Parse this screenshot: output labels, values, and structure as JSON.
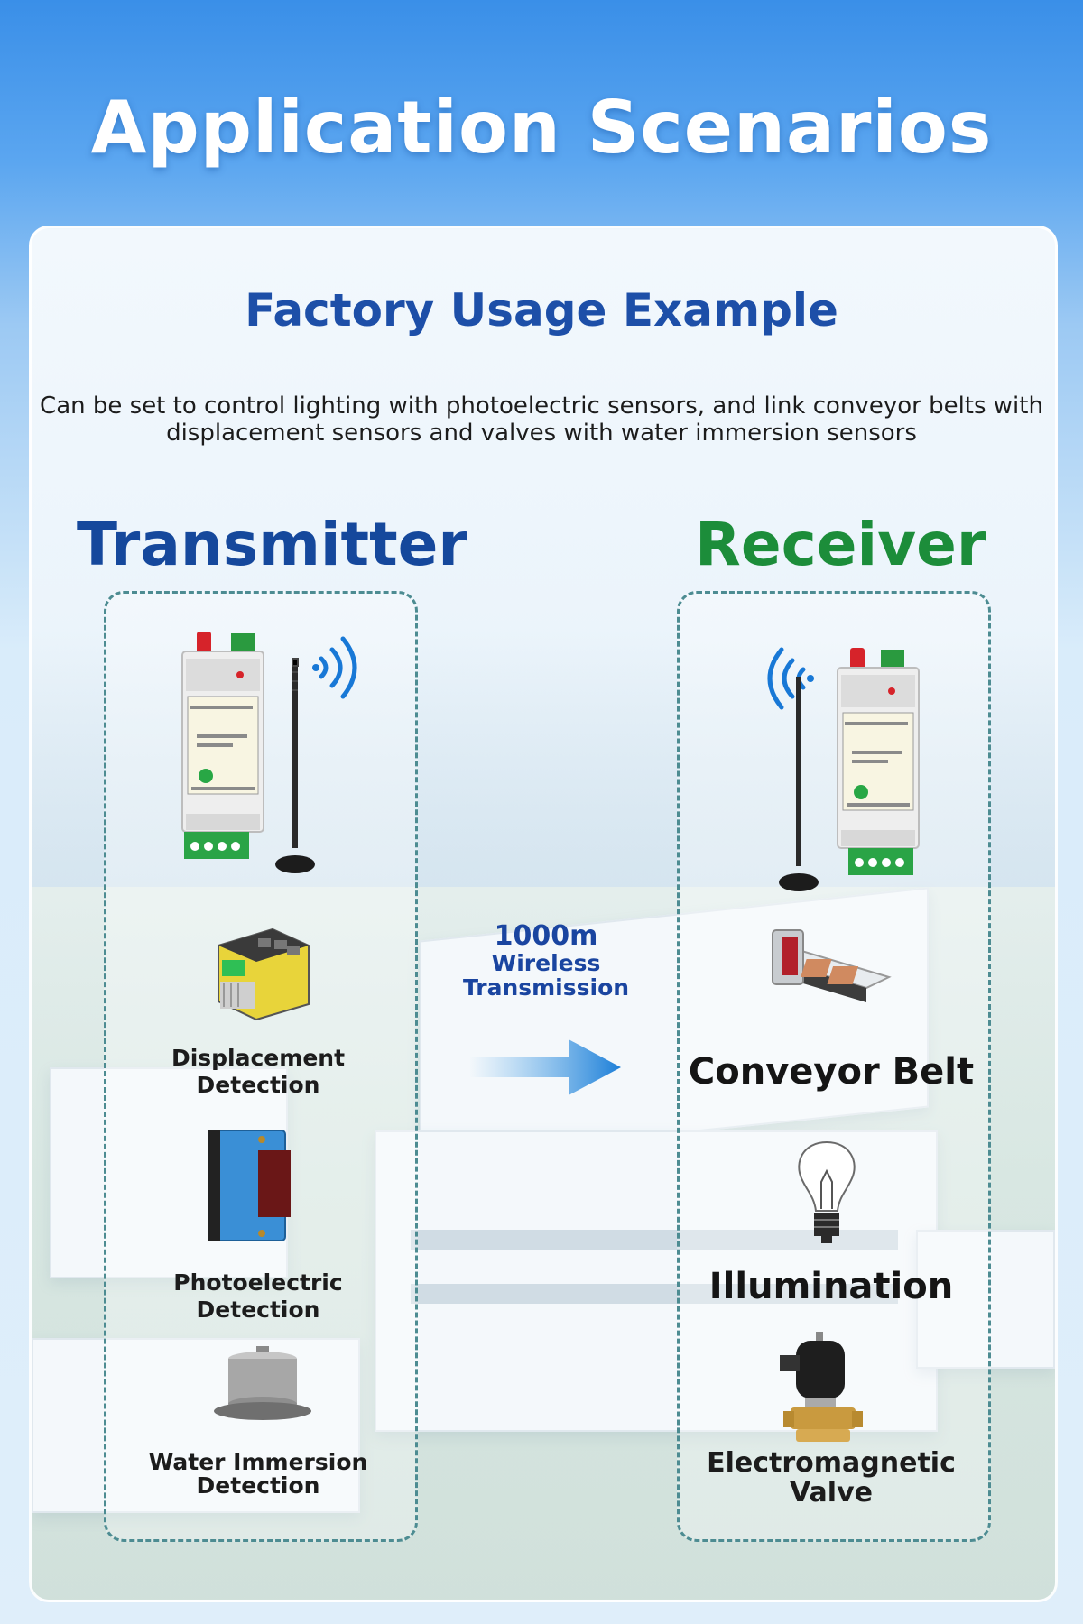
{
  "header": {
    "title": "Application Scenarios"
  },
  "panel": {
    "subtitle": "Factory Usage Example",
    "description": "Can be set to control lighting with photoelectric sensors, and link conveyor belts with displacement sensors and valves with water immersion sensors"
  },
  "transmitter": {
    "heading": "Transmitter",
    "items": [
      {
        "label_line1": "Displacement",
        "label_line2": "Detection",
        "icon": "displacement-sensor-icon"
      },
      {
        "label_line1": "Photoelectric Detection",
        "label_line2": "",
        "icon": "photoelectric-sensor-icon"
      },
      {
        "label_line1": "Water Immersion",
        "label_line2": "Detection",
        "icon": "water-immersion-sensor-icon"
      }
    ]
  },
  "link": {
    "distance": "1000m",
    "line2": "Wireless",
    "line3": "Transmission"
  },
  "receiver": {
    "heading": "Receiver",
    "items": [
      {
        "label_line1": "Conveyor Belt",
        "label_line2": "",
        "icon": "conveyor-belt-icon"
      },
      {
        "label_line1": "Illumination",
        "label_line2": "",
        "icon": "light-bulb-icon"
      },
      {
        "label_line1": "Electromagnetic",
        "label_line2": "Valve",
        "icon": "solenoid-valve-icon"
      }
    ]
  },
  "colors": {
    "transmitter_heading": "#15489c",
    "receiver_heading": "#1c8d3a",
    "subtitle": "#1d4fa8",
    "box_border": "#4d8c92",
    "wifi_waves": "#1878d6"
  }
}
